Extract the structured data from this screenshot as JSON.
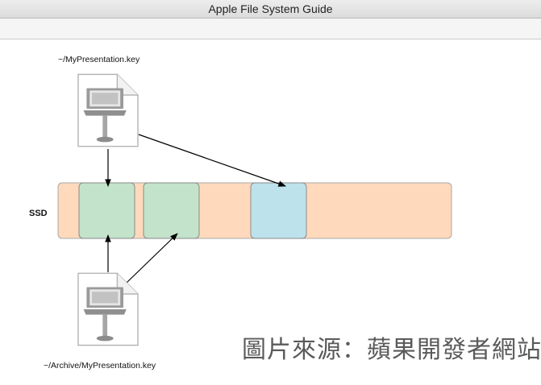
{
  "window": {
    "title": "Apple File System Guide"
  },
  "diagram": {
    "top_file_label": "~/MyPresentation.key",
    "bottom_file_label": "~/Archive/MyPresentation.key",
    "ssd_label": "SSD",
    "colors": {
      "ssd_bar": "#FFD9BC",
      "shared_block": "#C3E3CB",
      "new_block": "#BDE2EC",
      "page": "#FFFFFF",
      "page_border": "#B5B5B5",
      "arrow": "#000000"
    },
    "icons": {
      "file": "keynote-document-icon"
    }
  },
  "watermark": {
    "text": "圖片來源：蘋果開發者網站"
  }
}
